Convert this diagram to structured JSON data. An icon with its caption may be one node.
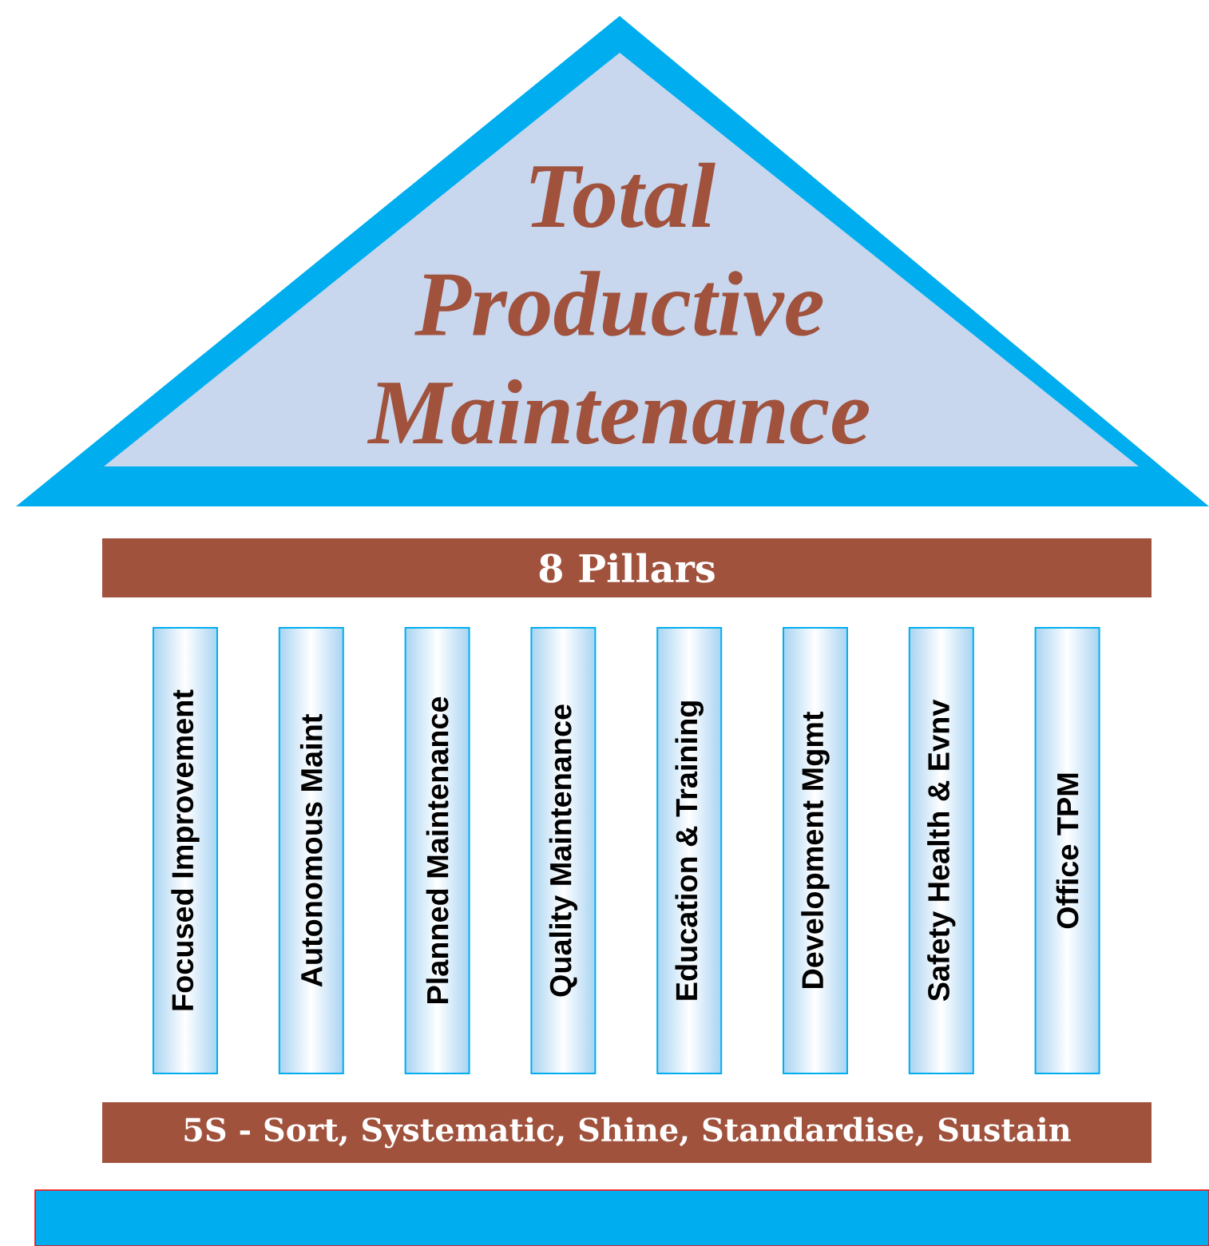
{
  "diagram": {
    "nodes": [
      {
        "text": [
          "Total Productive Maintenance"
        ]
      },
      {
        "text": [
          "8  Pillars"
        ]
      },
      {
        "text": [
          "Focused Improvement"
        ]
      },
      {
        "text": [
          "Autonomous Maint"
        ]
      },
      {
        "text": [
          "Planned Maintenance"
        ]
      },
      {
        "text": [
          "Quality Maintenance"
        ]
      },
      {
        "text": [
          "Education & Training"
        ]
      },
      {
        "text": [
          "Development Mgmt"
        ]
      },
      {
        "text": [
          "Safety Health & Evnv"
        ]
      },
      {
        "text": [
          "Office TPM"
        ]
      },
      {
        "text": [
          "5S - Sort, Systematic, Shine, Standardise, Sustain"
        ]
      },
      {
        "text": [],
        "shape": "bar"
      }
    ]
  }
}
